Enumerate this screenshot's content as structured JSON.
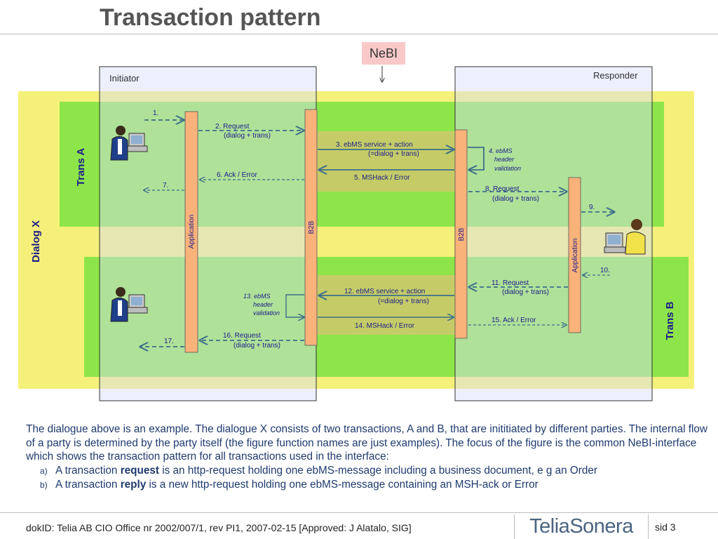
{
  "title": "Transaction pattern",
  "nebi_label": "NeBI",
  "diagram": {
    "initiator_label": "Initiator",
    "responder_label": "Responder",
    "dialog_label": "Dialog X",
    "trans_a_label": "Trans A",
    "trans_b_label": "Trans B",
    "lifelines": {
      "app_left": "Application",
      "b2b_left": "B2B",
      "b2b_right": "B2B",
      "app_right": "Application"
    },
    "messages": {
      "m1": "1.",
      "m2a": "2. Request",
      "m2b": "(dialog + trans)",
      "m3a": "3. ebMS service + action",
      "m3b": "(=dialog + trans)",
      "m4a": "4. ebMS",
      "m4b": "header",
      "m4c": "validation",
      "m5": "5. MSHack / Error",
      "m6": "6. Ack / Error",
      "m7": "7.",
      "m8a": "8. Request",
      "m8b": "(dialog + trans)",
      "m9": "9.",
      "m10": "10.",
      "m11a": "11. Request",
      "m11b": "(dialog + trans)",
      "m12a": "12. ebMS service + action",
      "m12b": "(=dialog + trans)",
      "m13a": "13. ebMS",
      "m13b": "header",
      "m13c": "validation",
      "m14": "14. MSHack / Error",
      "m15": "15. Ack / Error",
      "m16a": "16. Request",
      "m16b": "(dialog + trans)",
      "m17": "17."
    },
    "colors": {
      "dialog_band": "#f5f07a",
      "trans_band": "#8ee54a",
      "party_box": "#d8dcfb",
      "lifeline": "#f9b27a",
      "nebi_zone": "#cfc86c",
      "arrow": "#3f6e8a",
      "label": "#1c1c8a"
    }
  },
  "body": {
    "paragraph": "The dialogue above is an example. The dialogue X consists of two transactions, A and B, that are inititiated by different parties. The internal flow of a party is determined by the party itself (the figure function names are just examples). The focus of the figure is the common NeBI-interface which shows the transaction pattern for all transactions used in the interface:",
    "items": [
      {
        "marker": "a)",
        "pre": "A transaction ",
        "bold": "request",
        "post": " is an http-request holding one ebMS-message including a business document, e g an Order"
      },
      {
        "marker": "b)",
        "pre": "A transaction ",
        "bold": "reply",
        "post": " is a new http-request holding one ebMS-message containing an MSH-ack or Error"
      }
    ]
  },
  "footer": {
    "doc_id": "dokID: Telia AB CIO Office nr 2002/007/1, rev PI1, 2007-02-15  [Approved: J Alatalo, SIG]",
    "logo_text": "TeliaSonera",
    "slide": "sid 3"
  }
}
